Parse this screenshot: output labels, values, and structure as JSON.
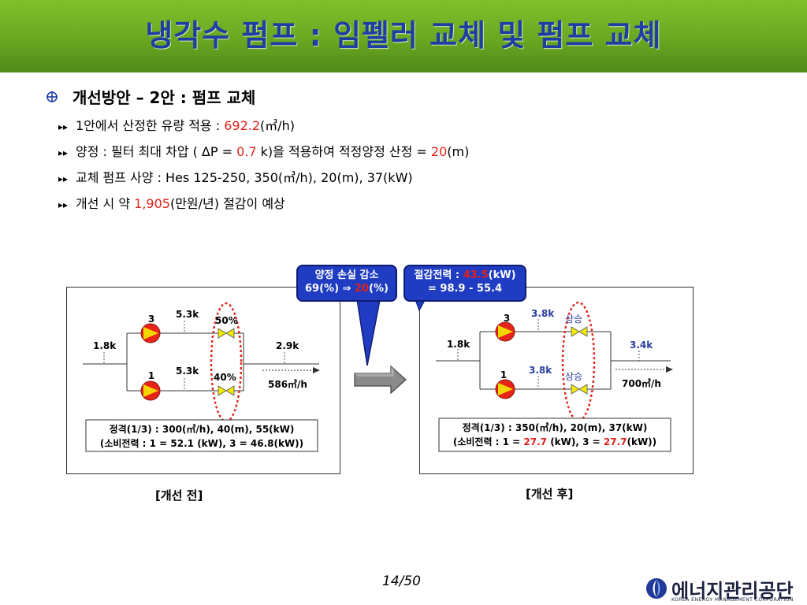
{
  "title": "냉각수 펌프 : 임펠러 교체 및 펌프 교체",
  "heading": "개선방안 – 2안 : 펌프 교체",
  "bullets": [
    {
      "pre": "1안에서 산정한 유량 적용 : ",
      "red": "692.2",
      "post": "(㎥/h)"
    },
    {
      "pre": "양정 : 필터 최대 차압 ( ΔP = ",
      "red": "0.7",
      "post": " k)을 적용하여 적정양정 산정 = ",
      "red2": "20",
      "post2": "(m)"
    },
    {
      "pre": "교체 펌프 사양 : Hes 125-250, 350(㎥/h), 20(m), 37(kW)"
    },
    {
      "pre": "개선 시 약 ",
      "red": "1,905",
      "post": "(만원/년) 절감이 예상"
    }
  ],
  "callout_left": {
    "line1": "양정 손실 감소",
    "line2_pre": "69(%) ⇒ ",
    "line2_red": "20",
    "line2_post": "(%)"
  },
  "callout_right": {
    "line1_pre": "절감전력 : ",
    "line1_red": "43.5",
    "line1_post": "(kW)",
    "line2": "= 98.9 - 55.4"
  },
  "before": {
    "pump_top": "3",
    "pump_bottom": "1",
    "inlet_pressure": "1.8k",
    "outlet_pressure": "2.9k",
    "top_pressure": "5.3k",
    "bottom_pressure": "5.3k",
    "valve_top": "50%",
    "valve_bottom": "40%",
    "flow": "586㎥/h",
    "spec1": "정격(1/3) : 300(㎥/h), 40(m), 55(kW)",
    "spec2": "(소비전력 : 1 = 52.1 (kW), 3 = 46.8(kW))",
    "caption": "[개선 전]"
  },
  "after": {
    "pump_top": "3",
    "pump_bottom": "1",
    "inlet_pressure": "1.8k",
    "outlet_pressure": "3.4k",
    "top_pressure": "3.8k",
    "bottom_pressure": "3.8k",
    "valve_top": "상승",
    "valve_bottom": "상승",
    "flow": "700㎥/h",
    "spec1": "정격(1/3) : 350(㎥/h), 20(m), 37(kW)",
    "spec2_pre": "(소비전력 : 1 = ",
    "spec2_red1": "27.7",
    "spec2_mid": " (kW), 3 = ",
    "spec2_red2": "27.7",
    "spec2_post": "(kW))",
    "caption": "[개선 후]"
  },
  "page_number": "14/50",
  "logo": {
    "name": "에너지관리공단",
    "sub": "KOREA ENERGY MANAGEMENT CORPORATION"
  },
  "colors": {
    "header_green": "#6aa722",
    "title_blue": "#1f3ea3",
    "highlight_red": "#e0221a",
    "callout_blue": "#1f3cc3",
    "pump_red": "#e8231a",
    "pump_yellow": "#f2d600",
    "valve_yellow": "#f2ea00",
    "blue_text": "#2a3fa0"
  }
}
